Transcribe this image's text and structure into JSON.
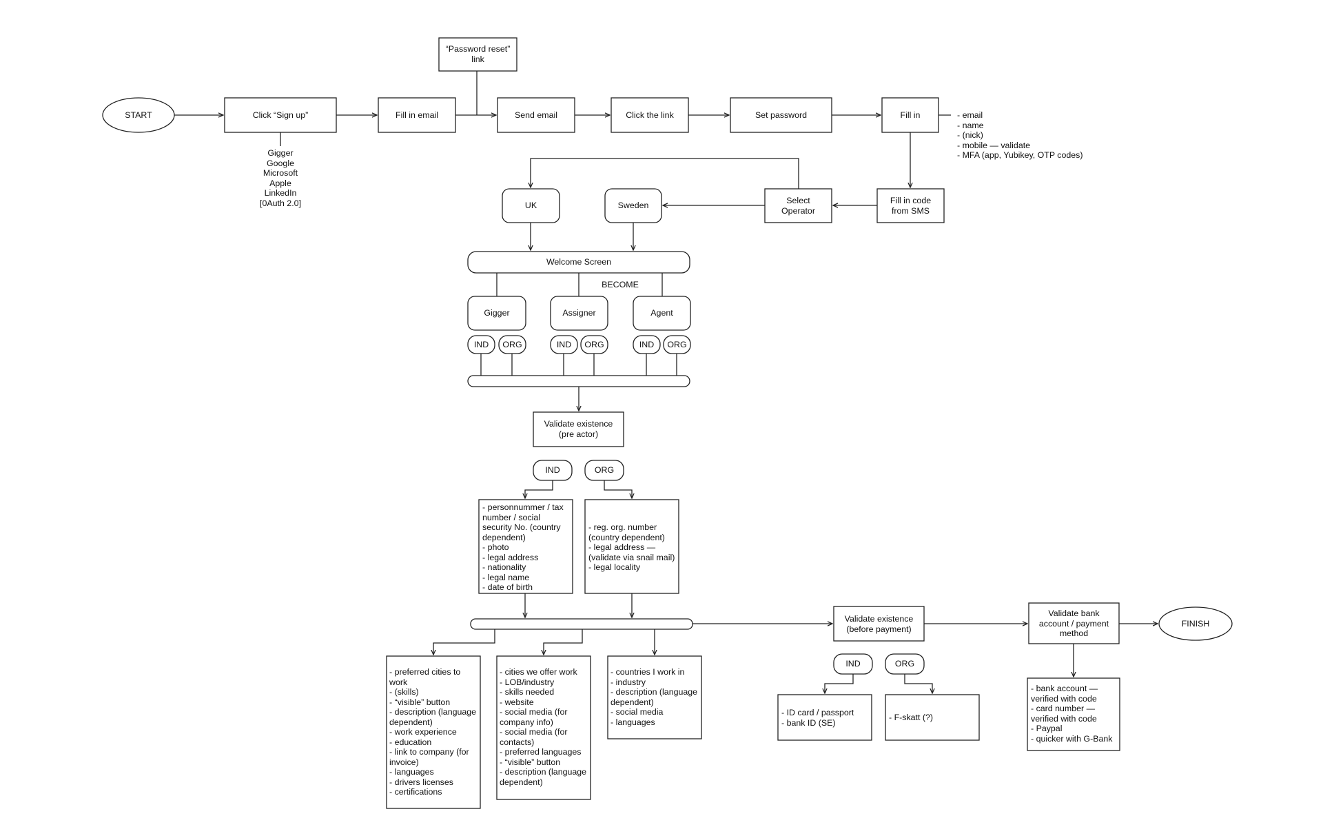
{
  "flow": {
    "start": "START",
    "sign_up": "Click “Sign up”",
    "fill_email": "Fill in email",
    "password_reset": "“Password reset”\nlink",
    "send_email": "Send email",
    "click_link": "Click the link",
    "set_password": "Set password",
    "fill_in": "Fill in",
    "fill_in_items": "- email\n- name\n- (nick)\n- mobile — validate\n- MFA (app, Yubikey, OTP codes)",
    "oauth_providers": "Gigger\nGoogle\nMicrosoft\nApple\nLinkedIn\n[0Auth 2.0]",
    "fill_code": "Fill in code\nfrom SMS",
    "select_operator": "Select\nOperator",
    "uk": "UK",
    "sweden": "Sweden",
    "welcome": "Welcome Screen",
    "become": "BECOME",
    "gigger": "Gigger",
    "assigner": "Assigner",
    "agent": "Agent",
    "ind": "IND",
    "org": "ORG",
    "validate_pre": "Validate existence\n(pre actor)",
    "ind_details": "- personnummer / tax\nnumber / social\nsecurity No. (country\ndependent)\n- photo\n- legal address\n- nationality\n- legal name\n- date of birth",
    "org_details": "- reg. org. number\n(country dependent)\n- legal address —\n(validate via snail mail)\n- legal locality",
    "gigger_profile": "- preferred cities to\nwork\n- (skills)\n- “visible” button\n- description (language\ndependent)\n- work experience\n- education\n- link to company (for\ninvoice)\n- languages\n- drivers licenses\n- certifications",
    "assigner_profile": "- cities we offer work\n- LOB/industry\n- skills needed\n- website\n- social media (for\ncompany info)\n- social media (for\ncontacts)\n- preferred languages\n- “visible” button\n- description (language\ndependent)",
    "agent_profile": "- countries I work in\n- industry\n- description (language\ndependent)\n- social media\n- languages",
    "validate_payment": "Validate existence\n(before payment)",
    "ind_payment": "- ID card / passport\n- bank ID (SE)",
    "org_payment": "- F-skatt (?)",
    "validate_bank": "Validate bank\naccount / payment\nmethod",
    "bank_methods": "- bank account —\nverified with code\n- card number —\nverified with code\n- Paypal\n- quicker with G-Bank",
    "finish": "FINISH"
  },
  "colors": {
    "line": "#222222",
    "background": "#ffffff"
  }
}
